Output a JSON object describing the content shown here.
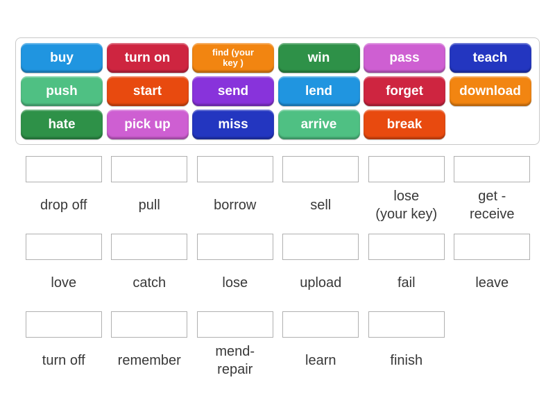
{
  "palette": {
    "blue": "#2095E0",
    "red": "#CE2540",
    "orange": "#F28511",
    "green": "#2E9148",
    "orchid": "#CE5FD2",
    "royal": "#2336C0",
    "emerald": "#4FC083",
    "orangered": "#E84A0F",
    "purple": "#8833DB",
    "tray_border": "#C8C8C8",
    "slot_border": "#B0B0B0",
    "label_text": "#383838"
  },
  "tray": {
    "tiles": [
      {
        "label": "buy",
        "color": "blue",
        "small": false
      },
      {
        "label": "turn on",
        "color": "red",
        "small": false
      },
      {
        "label": "find (your key )",
        "color": "orange",
        "small": true
      },
      {
        "label": "win",
        "color": "green",
        "small": false
      },
      {
        "label": "pass",
        "color": "orchid",
        "small": false
      },
      {
        "label": "teach",
        "color": "royal",
        "small": false
      },
      {
        "label": "push",
        "color": "emerald",
        "small": false
      },
      {
        "label": "start",
        "color": "orangered",
        "small": false
      },
      {
        "label": "send",
        "color": "purple",
        "small": false
      },
      {
        "label": "lend",
        "color": "blue",
        "small": false
      },
      {
        "label": "forget",
        "color": "red",
        "small": false
      },
      {
        "label": "download",
        "color": "orange",
        "small": false
      },
      {
        "label": "hate",
        "color": "green",
        "small": false
      },
      {
        "label": "pick up",
        "color": "orchid",
        "small": false
      },
      {
        "label": "miss",
        "color": "royal",
        "small": false
      },
      {
        "label": "arrive",
        "color": "emerald",
        "small": false
      },
      {
        "label": "break",
        "color": "orangered",
        "small": false
      }
    ]
  },
  "slots": {
    "row_tops": [
      225,
      337,
      449
    ],
    "rows": [
      [
        "drop off",
        "pull",
        "borrow",
        "sell",
        "lose\n(your key)",
        "get -\nreceive"
      ],
      [
        "love",
        "catch",
        "lose",
        "upload",
        "fail",
        "leave"
      ],
      [
        "turn off",
        "remember",
        "mend-\nrepair",
        "learn",
        "finish"
      ]
    ]
  }
}
